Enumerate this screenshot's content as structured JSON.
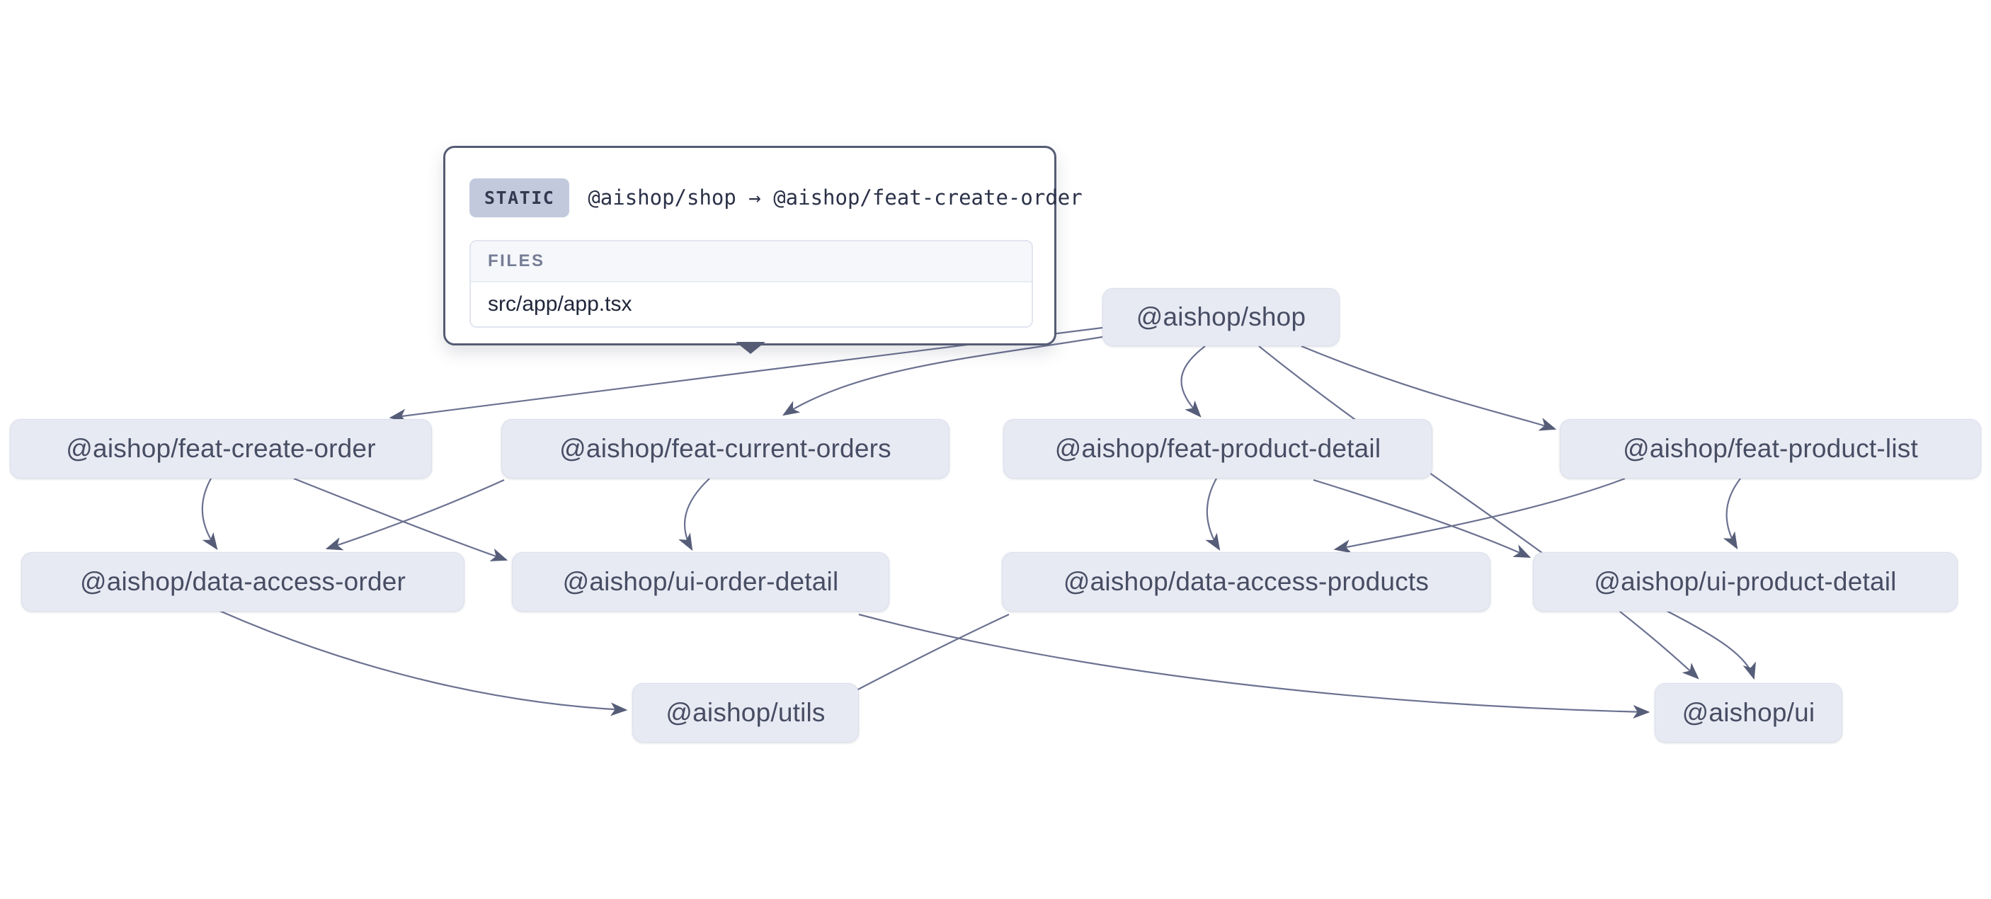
{
  "graph": {
    "nodes": [
      {
        "id": "shop",
        "label": "@aishop/shop"
      },
      {
        "id": "feat-create-order",
        "label": "@aishop/feat-create-order"
      },
      {
        "id": "feat-current-orders",
        "label": "@aishop/feat-current-orders"
      },
      {
        "id": "feat-product-detail",
        "label": "@aishop/feat-product-detail"
      },
      {
        "id": "feat-product-list",
        "label": "@aishop/feat-product-list"
      },
      {
        "id": "data-access-order",
        "label": "@aishop/data-access-order"
      },
      {
        "id": "ui-order-detail",
        "label": "@aishop/ui-order-detail"
      },
      {
        "id": "data-access-products",
        "label": "@aishop/data-access-products"
      },
      {
        "id": "ui-product-detail",
        "label": "@aishop/ui-product-detail"
      },
      {
        "id": "utils",
        "label": "@aishop/utils"
      },
      {
        "id": "ui",
        "label": "@aishop/ui"
      }
    ],
    "edges": [
      {
        "source": "shop",
        "target": "feat-create-order",
        "type": "static",
        "hovered": true
      },
      {
        "source": "shop",
        "target": "feat-current-orders",
        "type": "static"
      },
      {
        "source": "shop",
        "target": "feat-product-detail",
        "type": "static"
      },
      {
        "source": "shop",
        "target": "feat-product-list",
        "type": "static"
      },
      {
        "source": "shop",
        "target": "ui",
        "type": "static"
      },
      {
        "source": "feat-create-order",
        "target": "data-access-order",
        "type": "static"
      },
      {
        "source": "feat-create-order",
        "target": "ui-order-detail",
        "type": "static"
      },
      {
        "source": "feat-current-orders",
        "target": "data-access-order",
        "type": "static"
      },
      {
        "source": "feat-current-orders",
        "target": "ui-order-detail",
        "type": "static"
      },
      {
        "source": "feat-product-detail",
        "target": "data-access-products",
        "type": "static"
      },
      {
        "source": "feat-product-detail",
        "target": "ui-product-detail",
        "type": "static"
      },
      {
        "source": "feat-product-list",
        "target": "data-access-products",
        "type": "static"
      },
      {
        "source": "feat-product-list",
        "target": "ui-product-detail",
        "type": "static"
      },
      {
        "source": "data-access-order",
        "target": "utils",
        "type": "static"
      },
      {
        "source": "data-access-products",
        "target": "utils",
        "type": "static"
      },
      {
        "source": "ui-order-detail",
        "target": "ui",
        "type": "static"
      },
      {
        "source": "ui-product-detail",
        "target": "ui",
        "type": "static"
      }
    ]
  },
  "tooltip": {
    "badge": "STATIC",
    "title": "@aishop/shop → @aishop/feat-create-order",
    "files_header": "FILES",
    "files": [
      "src/app/app.tsx"
    ]
  },
  "colors": {
    "background": "#ffffff",
    "node_fill": "#e8eaf3",
    "node_text": "#474d63",
    "edge_stroke": "#6b7190",
    "arrowhead": "#565d78",
    "tooltip_border": "#565c74",
    "badge_fill": "#c3c9dd"
  }
}
